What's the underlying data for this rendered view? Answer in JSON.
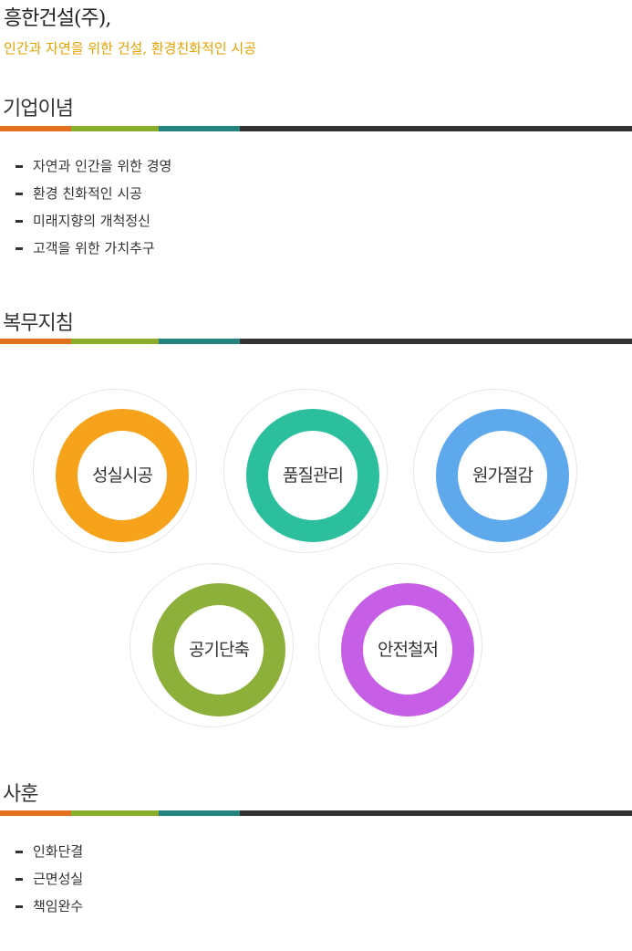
{
  "header": {
    "company": "흥한건설(주),",
    "slogan": "인간과 자연을 위한 건설, 환경친화적인 시공"
  },
  "bar_colors": [
    "#e2711f",
    "#8aad2b",
    "#24837c",
    "#333333"
  ],
  "philosophy": {
    "title": "기업이념",
    "items": [
      "자연과 인간을 위한 경영",
      "환경 친화적인 시공",
      "미래지향의 개척정신",
      "고객을 위한 가치추구"
    ]
  },
  "guidelines": {
    "title": "복무지침",
    "circles": [
      {
        "label": "성실시공",
        "color": "#f7a21b"
      },
      {
        "label": "품질관리",
        "color": "#2bbf9d"
      },
      {
        "label": "원가절감",
        "color": "#5ea8ec"
      },
      {
        "label": "공기단축",
        "color": "#8db03a"
      },
      {
        "label": "안전철저",
        "color": "#c65fe6"
      }
    ]
  },
  "motto": {
    "title": "사훈",
    "items": [
      "인화단결",
      "근면성실",
      "책임완수"
    ]
  }
}
